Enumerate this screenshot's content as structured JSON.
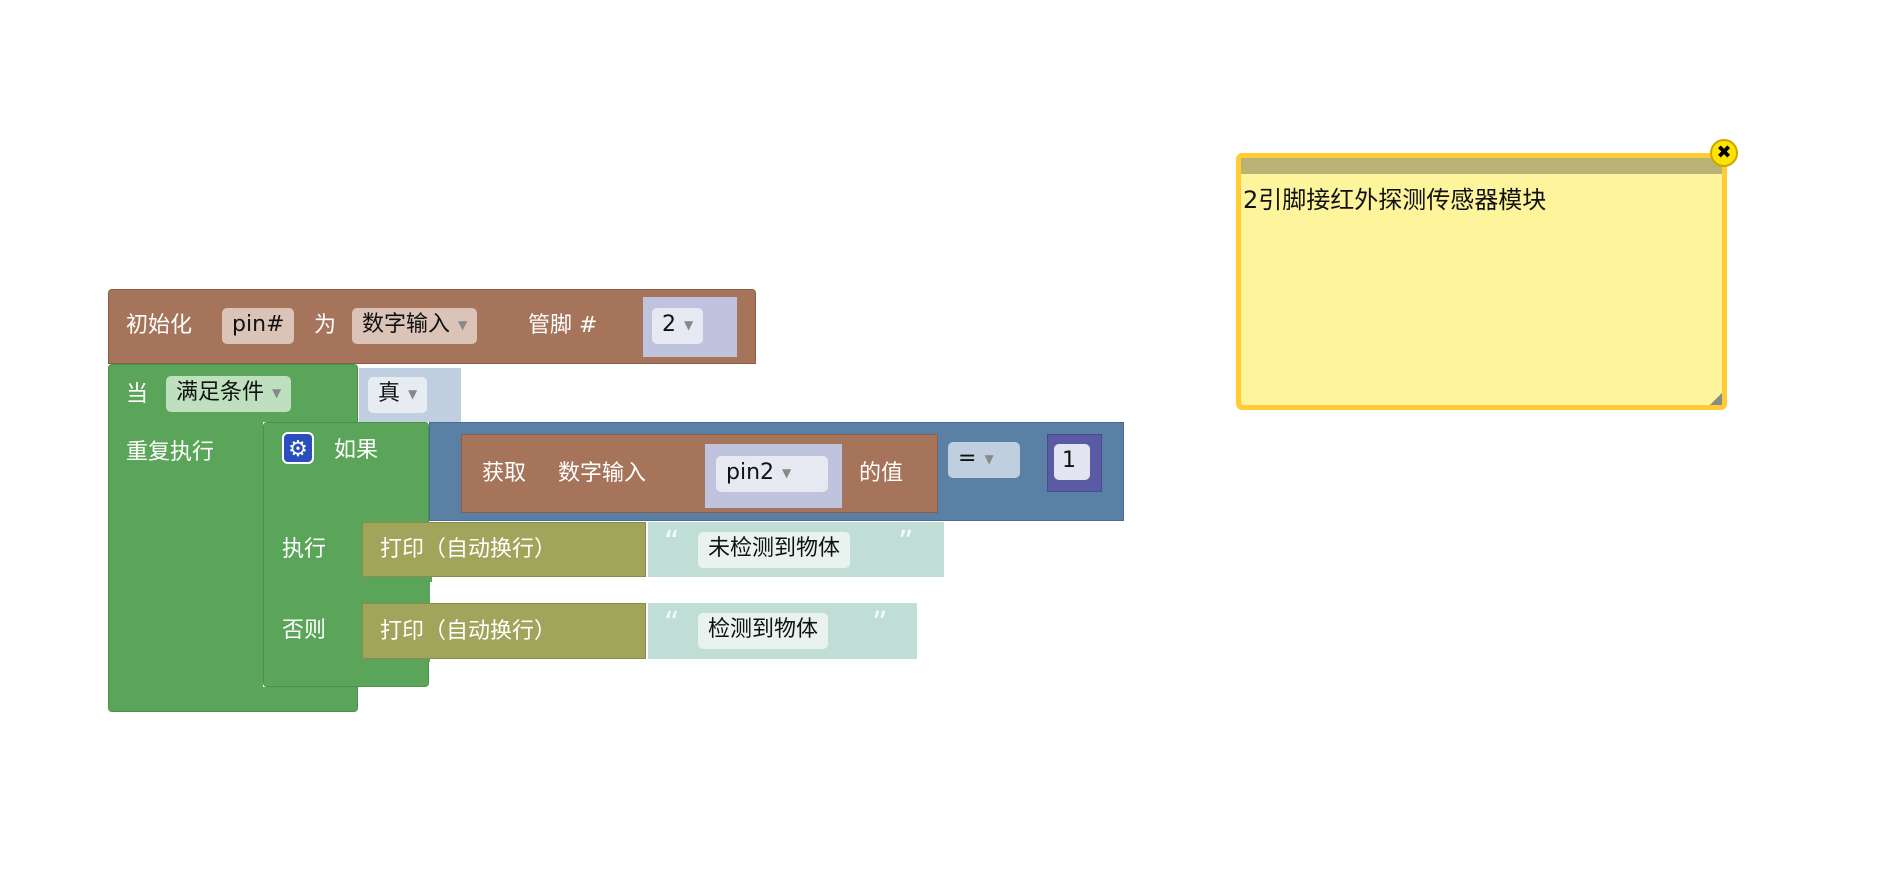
{
  "init_block": {
    "label_init": "初始化",
    "var": "pin#",
    "label_as": "为",
    "mode": "数字输入",
    "label_pin": "管脚 #",
    "pin_value": "2"
  },
  "while_block": {
    "label_when": "当",
    "condition_mode": "满足条件",
    "condition_value": "真",
    "label_repeat": "重复执行"
  },
  "if_block": {
    "label_if": "如果",
    "label_do": "执行",
    "label_else": "否则"
  },
  "compare": {
    "get_label": "获取",
    "get_mode": "数字输入",
    "pin": "pin2",
    "value_label": "的值",
    "operator": "=",
    "rhs": "1"
  },
  "print_then": {
    "label": "打印（自动换行）",
    "open_quote": "“",
    "text": "未检测到物体",
    "close_quote": "”"
  },
  "print_else": {
    "label": "打印（自动换行）",
    "open_quote": "“",
    "text": "检测到物体",
    "close_quote": "”"
  },
  "comment": {
    "text": "2引脚接红外探测传感器模块"
  },
  "colors": {
    "init": "#a5745a",
    "loop": "#5ba55b",
    "logic": "#5b80a5",
    "print": "#a0a55b",
    "text": "#c0ddd6",
    "note": "#fef49c",
    "note_border": "#ffcd33"
  }
}
